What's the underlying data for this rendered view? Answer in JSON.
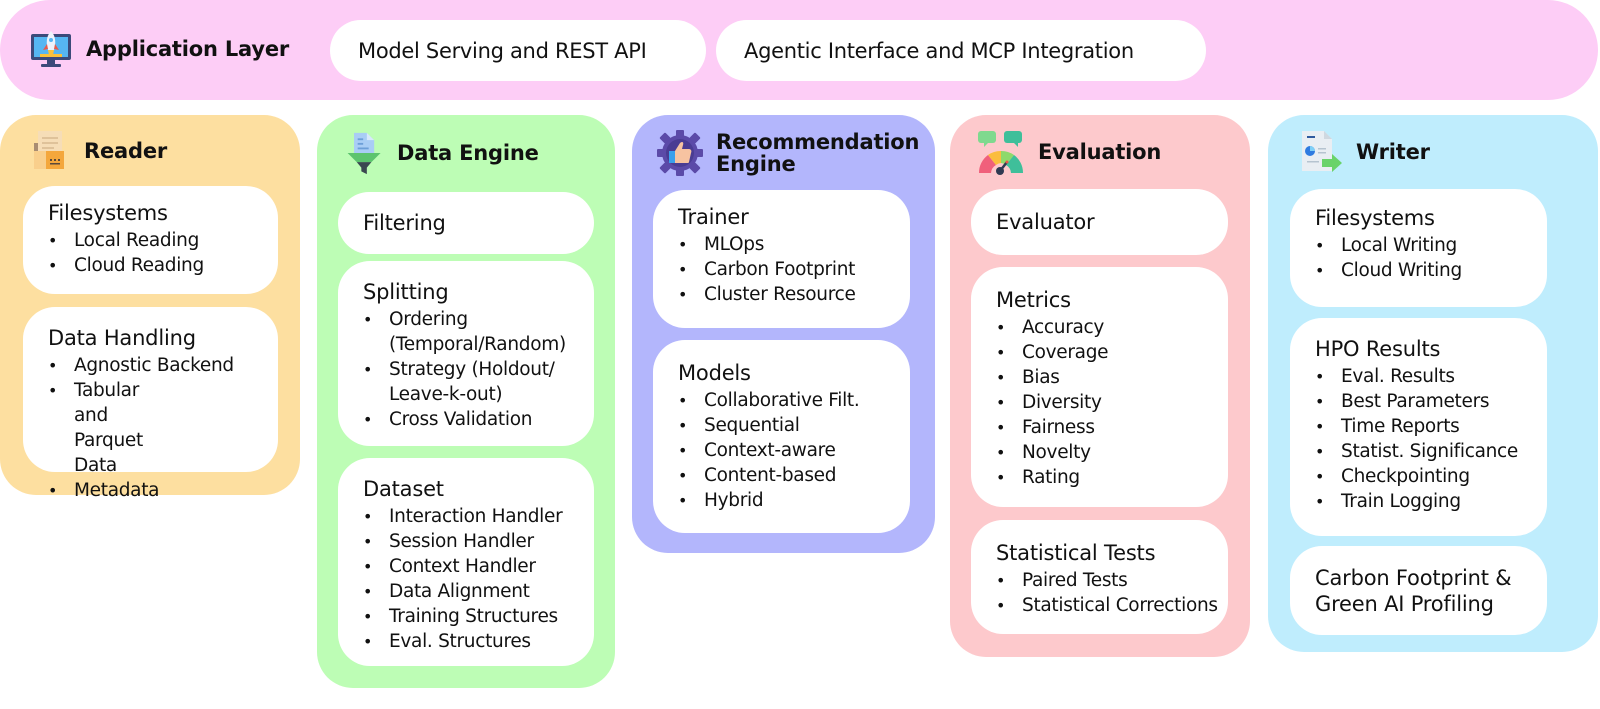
{
  "colors": {
    "application_layer": "#fdcdf6",
    "reader": "#fddfa0",
    "data_engine": "#bdfdb5",
    "recommendation_engine": "#b3b6fc",
    "evaluation": "#fdc9cc",
    "writer": "#bfedfd",
    "card": "#ffffff"
  },
  "application_layer": {
    "title": "Application Layer",
    "icon": "rocket-monitor-icon",
    "items": [
      "Model Serving and REST API",
      "Agentic Interface and MCP Integration"
    ]
  },
  "columns": [
    {
      "title": "Reader",
      "icon": "document-folder-icon",
      "cards": [
        {
          "title": "Filesystems",
          "items": [
            "Local Reading",
            "Cloud Reading"
          ]
        },
        {
          "title": "Data Handling",
          "items": [
            "Agnostic Backend",
            "Tabular and Parquet Data",
            "Metadata"
          ]
        }
      ]
    },
    {
      "title": "Data Engine",
      "icon": "data-funnel-icon",
      "cards": [
        {
          "title": "Filtering",
          "items": []
        },
        {
          "title": "Splitting",
          "items": [
            "Ordering (Temporal/Random)",
            "Strategy (Holdout/ Leave-k-out)",
            "Cross Validation"
          ]
        },
        {
          "title": "Dataset",
          "items": [
            "Interaction Handler",
            "Session Handler",
            "Context Handler",
            "Data Alignment",
            "Training Structures",
            "Eval. Structures"
          ]
        }
      ]
    },
    {
      "title": "Recommendation Engine",
      "title_line1": "Recommendation",
      "title_line2": "Engine",
      "icon": "thumbs-up-gear-icon",
      "cards": [
        {
          "title": "Trainer",
          "items": [
            "MLOps",
            "Carbon Footprint",
            "Cluster Resource"
          ]
        },
        {
          "title": "Models",
          "items": [
            "Collaborative Filt.",
            "Sequential",
            "Context-aware",
            "Content-based",
            "Hybrid"
          ]
        }
      ]
    },
    {
      "title": "Evaluation",
      "icon": "gauge-feedback-icon",
      "cards": [
        {
          "title": "Evaluator",
          "items": []
        },
        {
          "title": "Metrics",
          "items": [
            "Accuracy",
            "Coverage",
            "Bias",
            "Diversity",
            "Fairness",
            "Novelty",
            "Rating"
          ]
        },
        {
          "title": "Statistical Tests",
          "items": [
            "Paired Tests",
            "Statistical Corrections"
          ]
        }
      ]
    },
    {
      "title": "Writer",
      "icon": "report-export-icon",
      "cards": [
        {
          "title": "Filesystems",
          "items": [
            "Local Writing",
            "Cloud Writing"
          ]
        },
        {
          "title": "HPO Results",
          "items": [
            "Eval. Results",
            "Best Parameters",
            "Time Reports",
            "Statist. Significance",
            "Checkpointing",
            "Train Logging"
          ]
        },
        {
          "title": "Carbon Footprint & Green AI Profiling",
          "items": []
        }
      ]
    }
  ]
}
